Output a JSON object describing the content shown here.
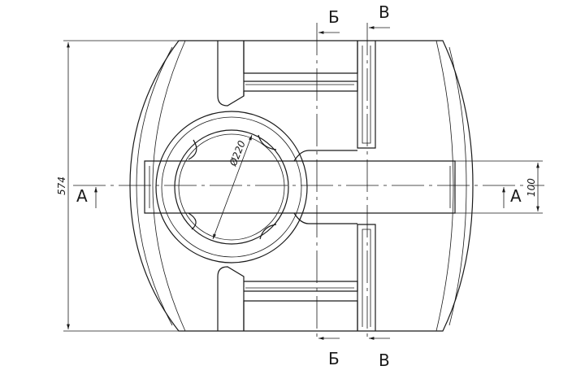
{
  "dimensions": {
    "height_label": "574",
    "side_label": "100",
    "diameter_label": "Ø220"
  },
  "sections": {
    "a_left": "А",
    "a_right": "А",
    "b_top": "Б",
    "b_bottom": "Б",
    "v_top": "В",
    "v_bottom": "В"
  }
}
